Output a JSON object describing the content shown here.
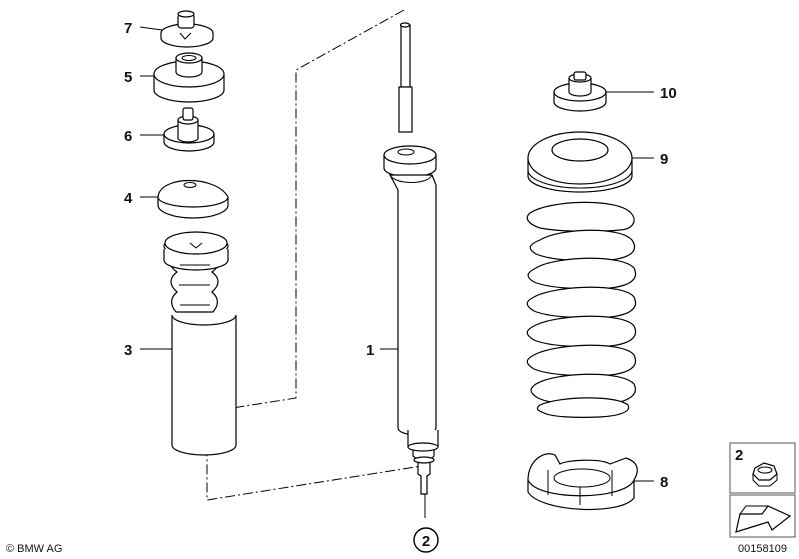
{
  "callouts": {
    "c1": "1",
    "c2": "2",
    "c3": "3",
    "c4": "4",
    "c5": "5",
    "c6": "6",
    "c7": "7",
    "c8": "8",
    "c9": "9",
    "c10": "10"
  },
  "inset": {
    "label": "2"
  },
  "footer": {
    "copyright": "© BMW AG",
    "diagram_number": "00158109"
  },
  "parts": {
    "shock_absorber": "shock-absorber",
    "nut": "nut",
    "protective_tube": "protective-tube",
    "stop_cap": "stop-cap",
    "support_bearing": "support-bearing",
    "upper_mount": "upper-mount",
    "top_cap": "top-cap",
    "spring_pad_lower": "spring-pad-lower",
    "spring_plate_upper": "spring-plate-upper",
    "bump_cap": "bump-cap",
    "coil_spring": "coil-spring"
  },
  "colors": {
    "line": "#000000",
    "background": "#ffffff",
    "inset_border": "#555555"
  }
}
